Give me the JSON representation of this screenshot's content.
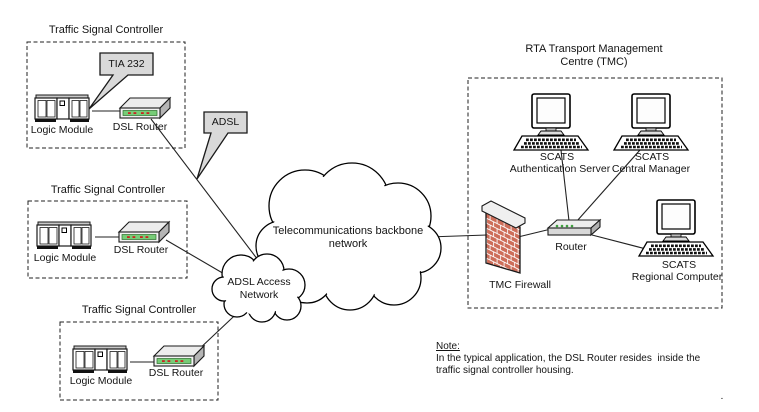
{
  "controllers": [
    {
      "title": "Traffic Signal Controller",
      "logic_label": "Logic Module",
      "router_label": "DSL Router"
    },
    {
      "title": "Traffic Signal Controller",
      "logic_label": "Logic Module",
      "router_label": "DSL Router"
    },
    {
      "title": "Traffic Signal Controller",
      "logic_label": "Logic Module",
      "router_label": "DSL Router"
    }
  ],
  "callouts": {
    "tia232": "TIA 232",
    "adsl": "ADSL"
  },
  "clouds": {
    "adsl_access": {
      "line1": "ADSL Access",
      "line2": "Network"
    },
    "backbone": {
      "line1": "Telecommunications backbone",
      "line2": "network"
    }
  },
  "tmc": {
    "title_line1": "RTA Transport Management",
    "title_line2": "Centre (TMC)",
    "auth_server_line1": "SCATS",
    "auth_server_line2": "Authentication Server",
    "central_manager_line1": "SCATS",
    "central_manager_line2": "Central Manager",
    "regional_computer_line1": "SCATS",
    "regional_computer_line2": "Regional Computer",
    "router_label": "Router",
    "firewall_label": "TMC Firewall"
  },
  "note": {
    "heading": "Note:",
    "line1": "In the typical application, the DSL Router resides  inside the",
    "line2": "traffic signal controller housing."
  },
  "trailing_period": ".",
  "colors": {
    "callout_fill": "#d9d9d9",
    "led_strip_green": "#77cc77",
    "led_red": "#cc2222",
    "led_dot_green": "#3fa03f",
    "brick_red": "#cd6e5a"
  }
}
